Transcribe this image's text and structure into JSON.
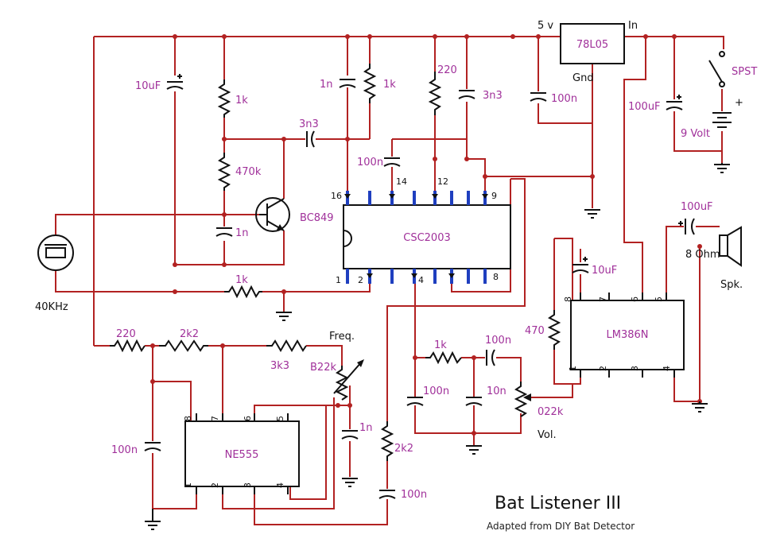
{
  "title": "Bat Listener III",
  "subtitle": "Adapted from DIY Bat Detector",
  "chips": {
    "csc": "CSC2003",
    "ne555": "NE555",
    "lm386": "LM386N",
    "reg": "78L05"
  },
  "reg_pins": {
    "out": "5 v",
    "in": "In",
    "gnd": "Gnd"
  },
  "labels": {
    "c_10uF_a": "10uF",
    "r_1k_a": "1k",
    "r_470k": "470k",
    "c_3n3_a": "3n3",
    "c_1n_a": "1n",
    "c_1n_b": "1n",
    "r_1k_b": "1k",
    "r_220_a": "220",
    "c_3n3_b": "3n3",
    "c_100n_a": "100n",
    "c_100n_b": "100n",
    "c_100uF_a": "100uF",
    "batt": "9 Volt",
    "spst": "SPST",
    "plus": "+",
    "transistor": "BC849",
    "mic": "40KHz",
    "r_1k_c": "1k",
    "r_220_b": "220",
    "r_2k2_a": "2k2",
    "r_3k3": "3k3",
    "pot_freq": "B22k",
    "freq": "Freq.",
    "c_1n_c": "1n",
    "r_2k2_b": "2k2",
    "c_100n_c": "100n",
    "c_100n_d": "100n",
    "r_1k_d": "1k",
    "c_100n_e": "100n",
    "c_100n_f": "100n",
    "c_10n": "10n",
    "pot_vol": "022k",
    "vol": "Vol.",
    "r_470": "470",
    "c_10uF_b": "10uF",
    "c_100uF_b": "100uF",
    "speaker": "8 Ohm",
    "spk": "Spk."
  },
  "pins": {
    "csc_16": "16",
    "csc_14": "14",
    "csc_12": "12",
    "csc_9": "9",
    "csc_1": "1",
    "csc_2": "2",
    "csc_4": "4",
    "csc_8": "8",
    "ne_8": "8",
    "ne_7": "7",
    "ne_6": "6",
    "ne_5": "5",
    "ne_1": "1",
    "ne_2": "2",
    "ne_3": "3",
    "ne_4": "4",
    "lm_8": "8",
    "lm_7": "7",
    "lm_6": "6",
    "lm_5": "5",
    "lm_1": "1",
    "lm_2": "2",
    "lm_3": "3",
    "lm_4": "4"
  }
}
